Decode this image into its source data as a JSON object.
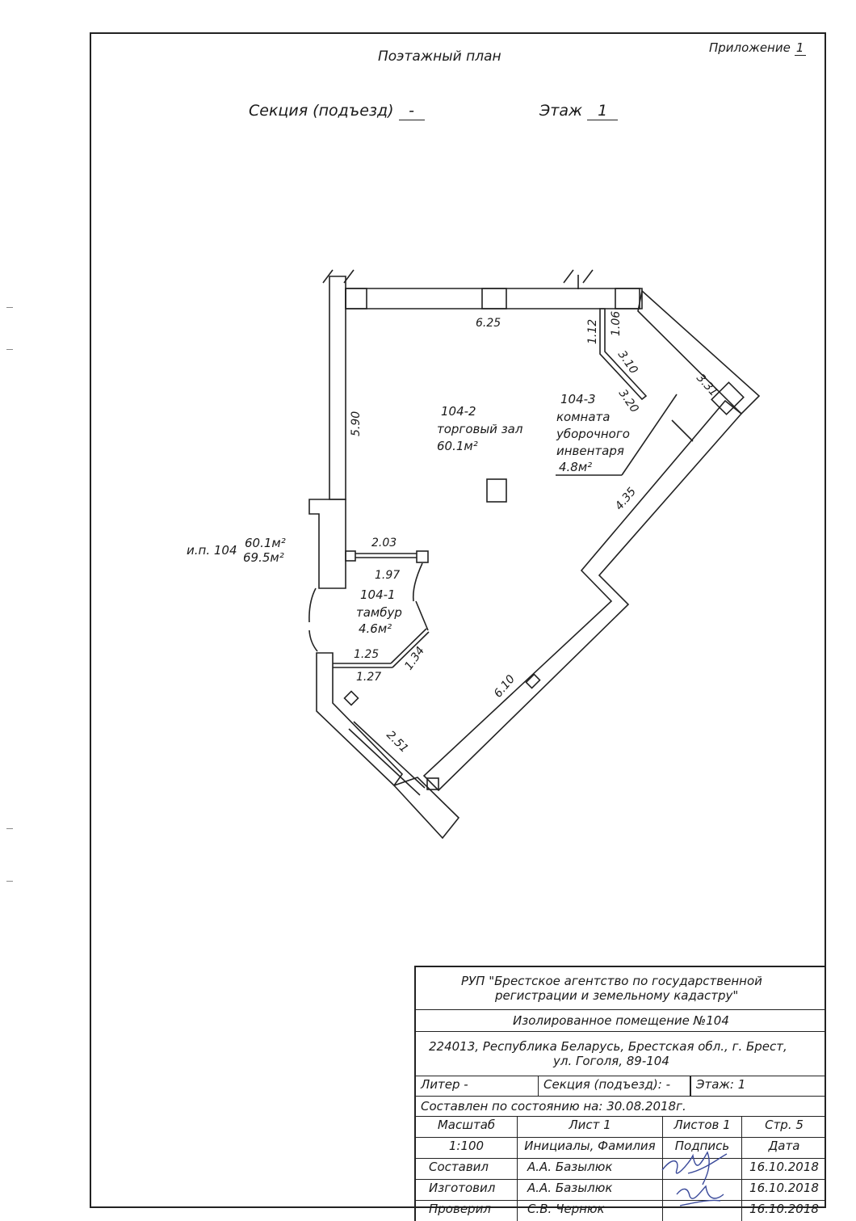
{
  "header": {
    "title": "Поэтажный план",
    "appendix_label": "Приложение",
    "appendix_no": "1",
    "section_label": "Секция (подъезд)",
    "section_value": "-",
    "floor_label": "Этаж",
    "floor_value": "1"
  },
  "plan": {
    "dims": {
      "top_wall": "6.25",
      "left_wall": "5.90",
      "d_106": "1.06",
      "d_112": "1.12",
      "d_310": "3.10",
      "d_320": "3.20",
      "d_331": "3.31",
      "d_435": "4.35",
      "d_610": "6.10",
      "d_251": "2.51",
      "d_203": "2.03",
      "d_197": "1.97",
      "d_125": "1.25",
      "d_127": "1.27",
      "d_134": "1.34"
    },
    "rooms": [
      {
        "code": "104-2",
        "name": "торговый зал",
        "area": "60.1м²"
      },
      {
        "code": "104-3",
        "name_line1": "комната",
        "name_line2": "уборочного",
        "name_line3": "инвентаря",
        "area": "4.8м²"
      },
      {
        "code": "104-1",
        "name": "тамбур",
        "area": "4.6м²"
      }
    ],
    "unit": {
      "label": "и.п. 104",
      "area1": "60.1м²",
      "area2": "69.5м²"
    }
  },
  "stamp": {
    "org_line1": "РУП \"Брестское агентство по государственной",
    "org_line2": "регистрации и земельному кадастру\"",
    "object": "Изолированное помещение №104",
    "address_line1": "224013, Республика Беларусь, Брестская обл., г. Брест,",
    "address_line2": "ул. Гоголя, 89-104",
    "liter": "Литер -",
    "section": "Секция (подъезд): -",
    "floor": "Этаж: 1",
    "as_of": "Составлен по состоянию на: 30.08.2018г.",
    "headers": [
      "Масштаб",
      "Лист 1",
      "Листов 1",
      "Стр. 5"
    ],
    "subheaders": [
      "1:100",
      "Инициалы, Фамилия",
      "Подпись",
      "Дата"
    ],
    "rows": [
      {
        "role": "Составил",
        "name": "А.А. Базылюк",
        "date": "16.10.2018"
      },
      {
        "role": "Изготовил",
        "name": "А.А. Базылюк",
        "date": "16.10.2018"
      },
      {
        "role": "Проверил",
        "name": "С.В. Чернюк",
        "date": "16.10.2018"
      }
    ]
  }
}
